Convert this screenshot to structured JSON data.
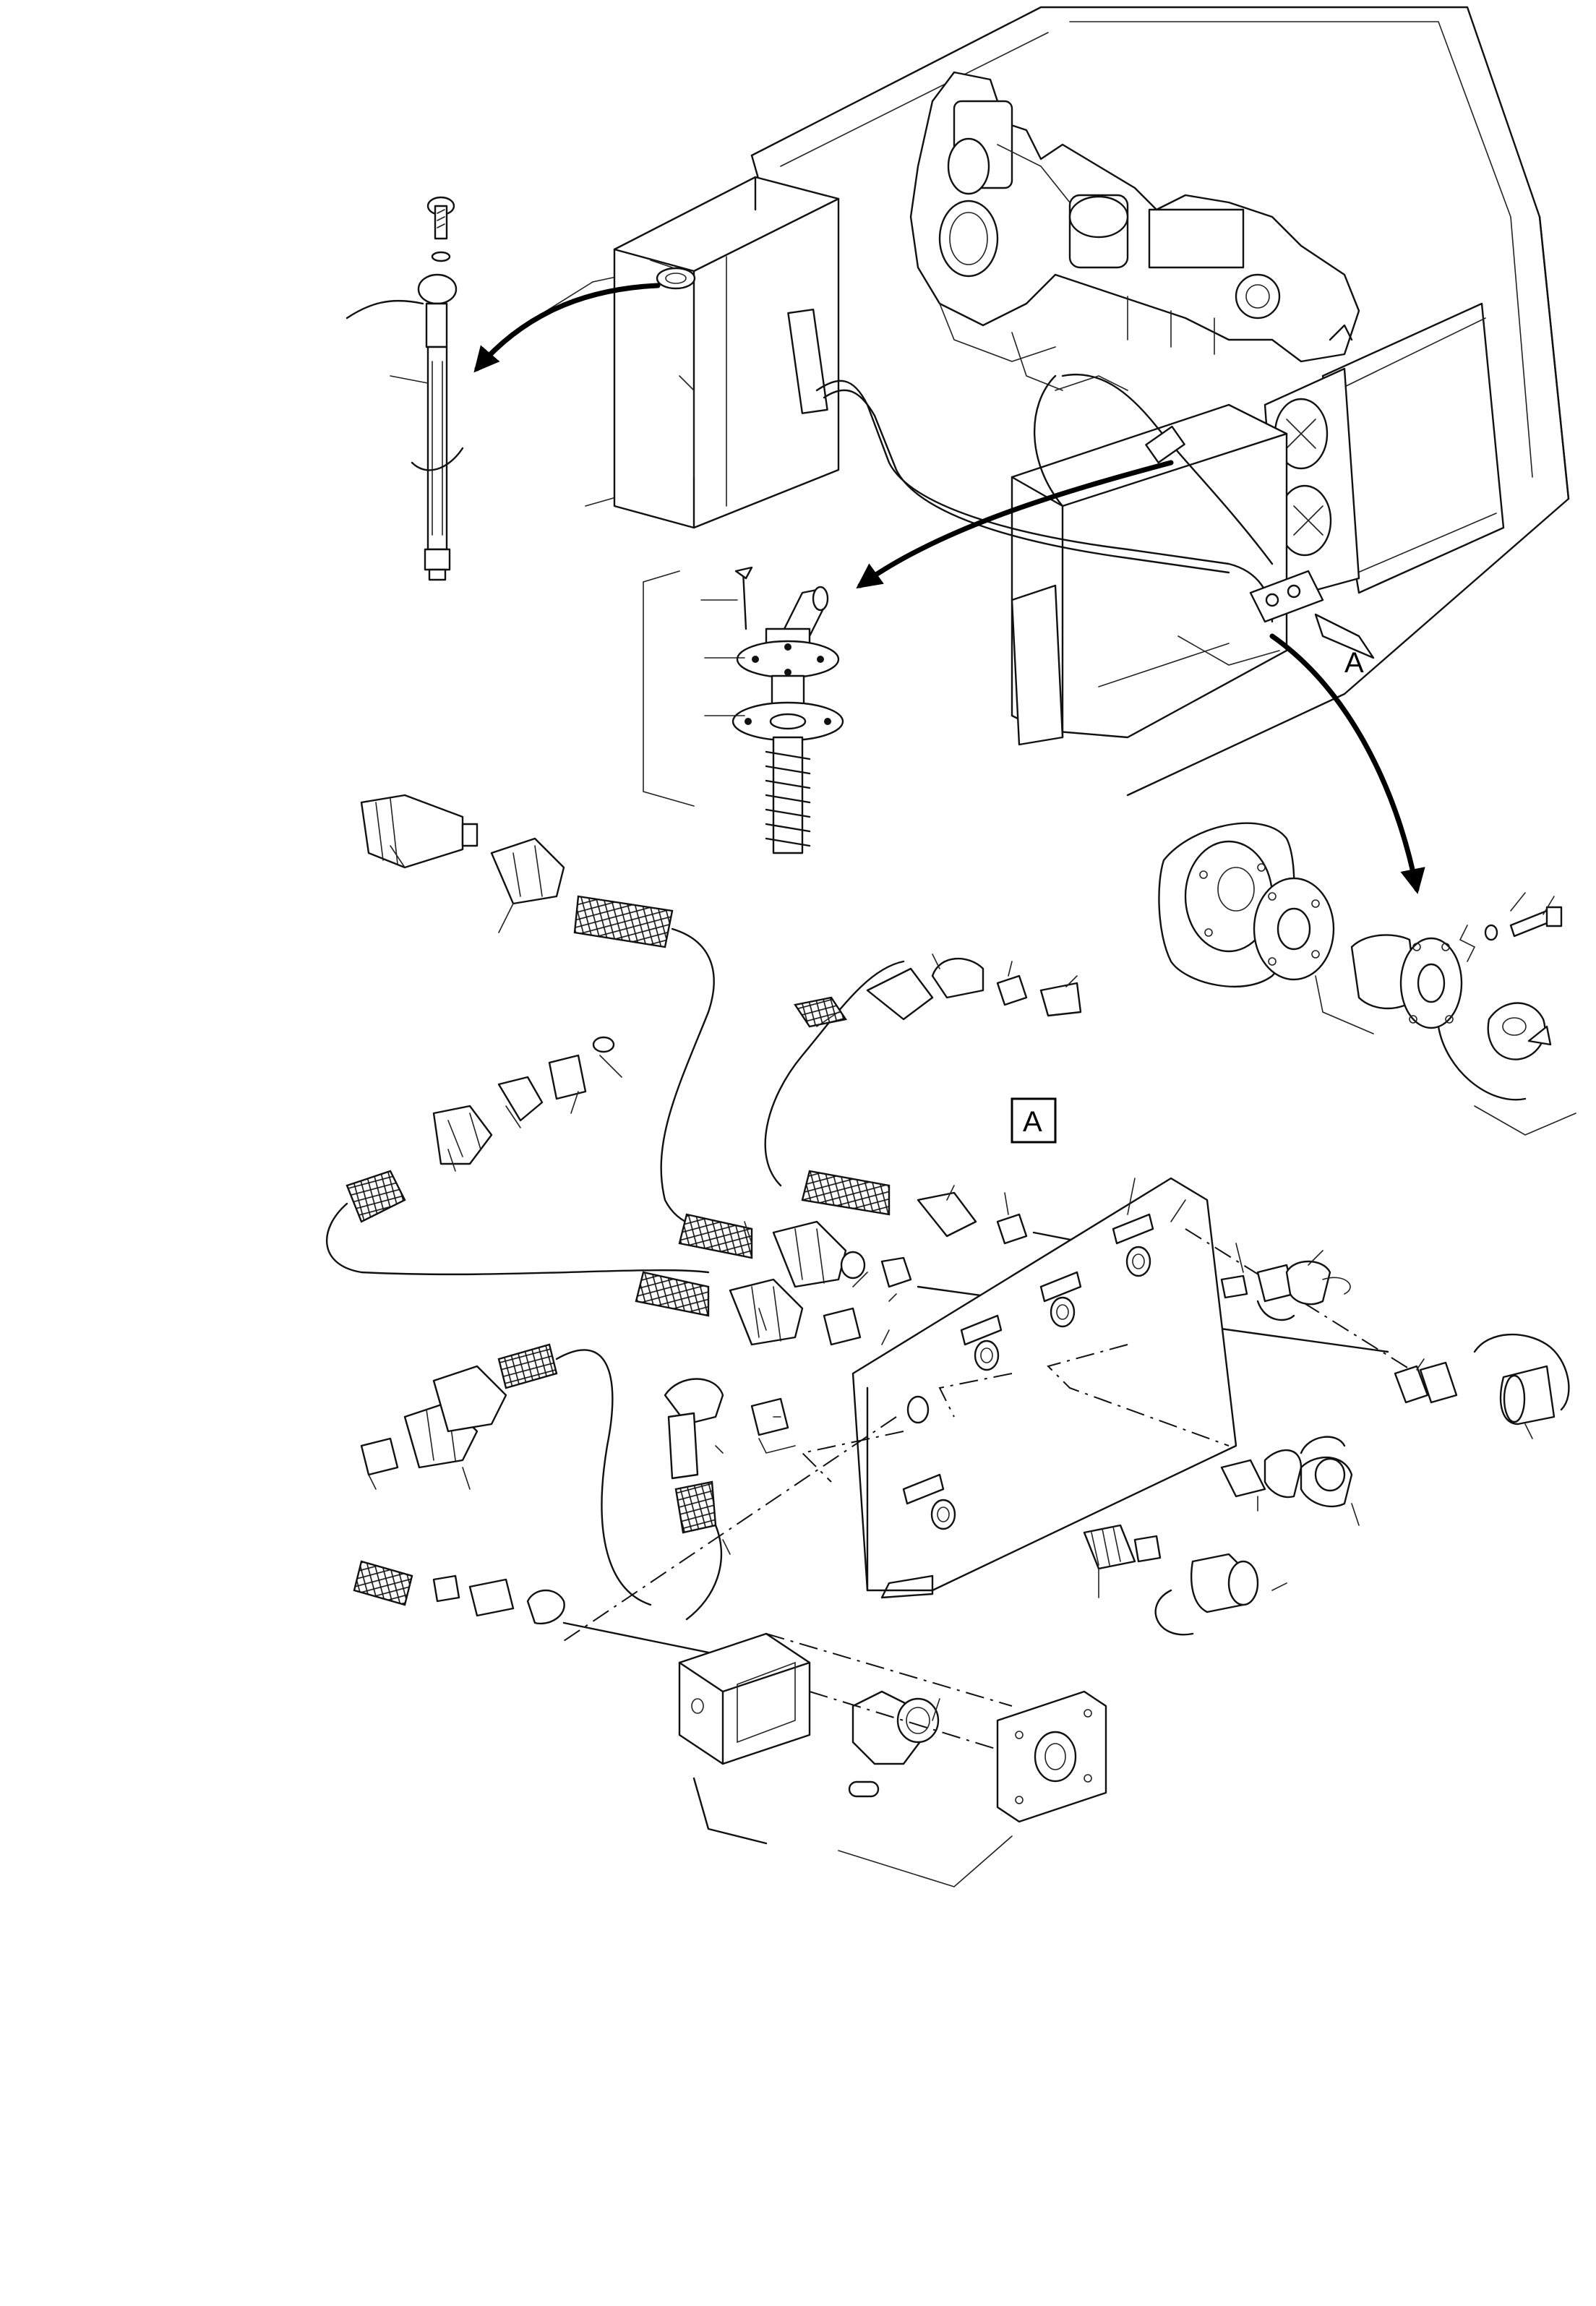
{
  "view_label": "A",
  "view_callout_box": "A",
  "callout_arrow_letter": "A"
}
